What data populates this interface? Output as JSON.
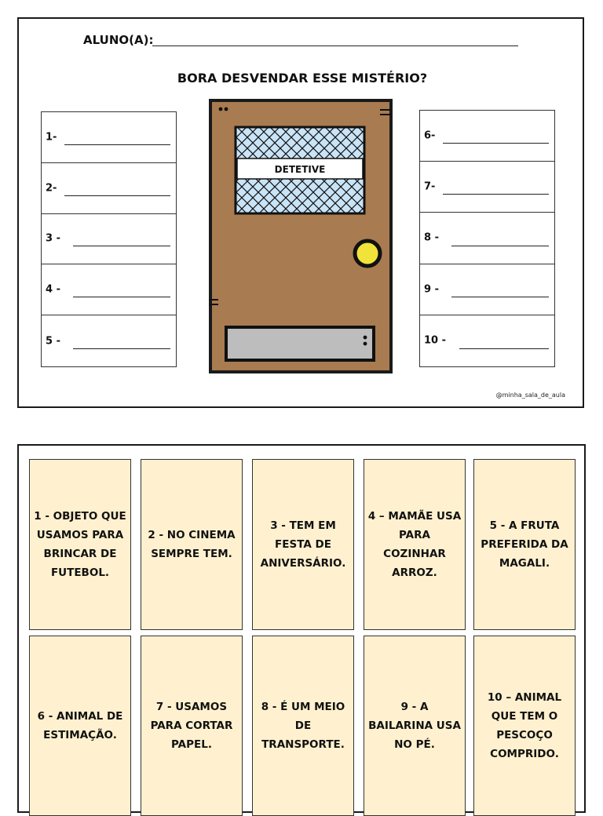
{
  "worksheet": {
    "aluno_label": "ALUNO(A):",
    "title": "BORA DESVENDAR ESSE MISTÉRIO?",
    "answers_left": [
      "1-",
      "2-",
      "3 -",
      "4 -",
      "5 -"
    ],
    "answers_right": [
      "6-",
      "7-",
      "8 -",
      "9 -",
      "10 -"
    ],
    "door_sign": "DETETIVE",
    "credit": "@minha_sala_de_aula"
  },
  "clue_cards": [
    "1 - OBJETO QUE USAMOS PARA BRINCAR DE FUTEBOL.",
    "2 - NO CINEMA SEMPRE TEM.",
    "3 - TEM EM FESTA DE ANIVERSÁRIO.",
    "4 – MAMÃE USA PARA COZINHAR ARROZ.",
    "5 - A FRUTA PREFERIDA DA MAGALI.",
    "6 - ANIMAL DE ESTIMAÇÃO.",
    "7 - USAMOS PARA CORTAR PAPEL.",
    "8 - É UM MEIO DE TRANSPORTE.",
    "9 - A BAILARINA USA NO PÉ.",
    "10 – ANIMAL QUE TEM O PESCOÇO COMPRIDO."
  ],
  "colors": {
    "door": "#a87b50",
    "door_outline": "#1a1a1a",
    "window_glass": "#c9e4f7",
    "knob": "#f2e33a",
    "mail_slot": "#bdbdbd",
    "card_bg": "#fff1cf"
  }
}
